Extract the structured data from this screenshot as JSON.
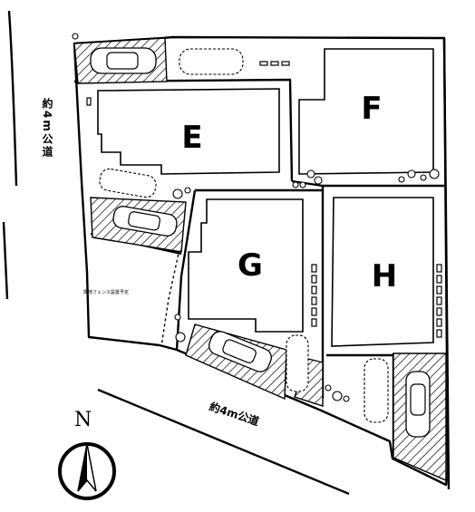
{
  "lots": [
    {
      "id": "E",
      "label": "E"
    },
    {
      "id": "F",
      "label": "F"
    },
    {
      "id": "G",
      "label": "G"
    },
    {
      "id": "H",
      "label": "H"
    }
  ],
  "roads": {
    "west_label": "約4m公道",
    "south_label": "約4m公道"
  },
  "fence_note": "隣地フェンス設置予定",
  "compass": {
    "north_label": "N",
    "icon": "north-arrow-icon"
  }
}
